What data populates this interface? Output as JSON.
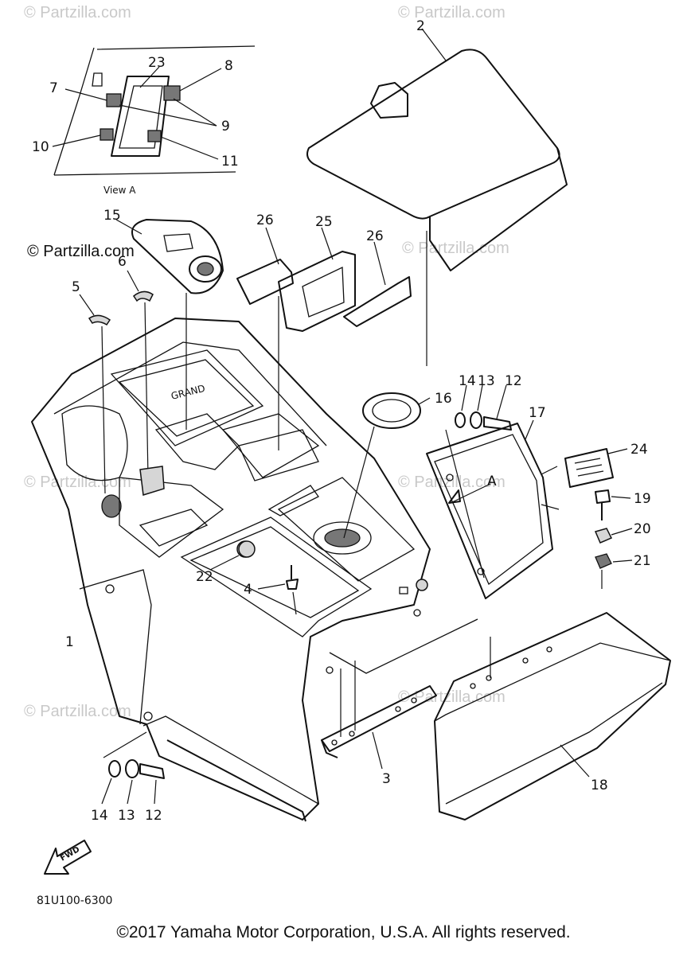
{
  "watermark": "© Partzilla.com",
  "inset": {
    "caption": "View A"
  },
  "callouts": [
    {
      "id": "c2",
      "text": "2"
    },
    {
      "id": "c23",
      "text": "23"
    },
    {
      "id": "c8",
      "text": "8"
    },
    {
      "id": "c7",
      "text": "7"
    },
    {
      "id": "c9",
      "text": "9"
    },
    {
      "id": "c10",
      "text": "10"
    },
    {
      "id": "c11",
      "text": "11"
    },
    {
      "id": "c15",
      "text": "15"
    },
    {
      "id": "c26a",
      "text": "26"
    },
    {
      "id": "c25",
      "text": "25"
    },
    {
      "id": "c26b",
      "text": "26"
    },
    {
      "id": "c6",
      "text": "6"
    },
    {
      "id": "c5",
      "text": "5"
    },
    {
      "id": "c16",
      "text": "16"
    },
    {
      "id": "c14a",
      "text": "14"
    },
    {
      "id": "c13a",
      "text": "13"
    },
    {
      "id": "c12a",
      "text": "12"
    },
    {
      "id": "c17",
      "text": "17"
    },
    {
      "id": "cA",
      "text": "A"
    },
    {
      "id": "c24",
      "text": "24"
    },
    {
      "id": "c19",
      "text": "19"
    },
    {
      "id": "c20",
      "text": "20"
    },
    {
      "id": "c21",
      "text": "21"
    },
    {
      "id": "c22",
      "text": "22"
    },
    {
      "id": "c4",
      "text": "4"
    },
    {
      "id": "c1",
      "text": "1"
    },
    {
      "id": "c3",
      "text": "3"
    },
    {
      "id": "c18",
      "text": "18"
    },
    {
      "id": "c14b",
      "text": "14"
    },
    {
      "id": "c13b",
      "text": "13"
    },
    {
      "id": "c12b",
      "text": "12"
    }
  ],
  "fwd_label": "FWD",
  "diagram_code": "81U100-6300",
  "copyright": "©2017 Yamaha Motor Corporation, U.S.A. All rights reserved."
}
